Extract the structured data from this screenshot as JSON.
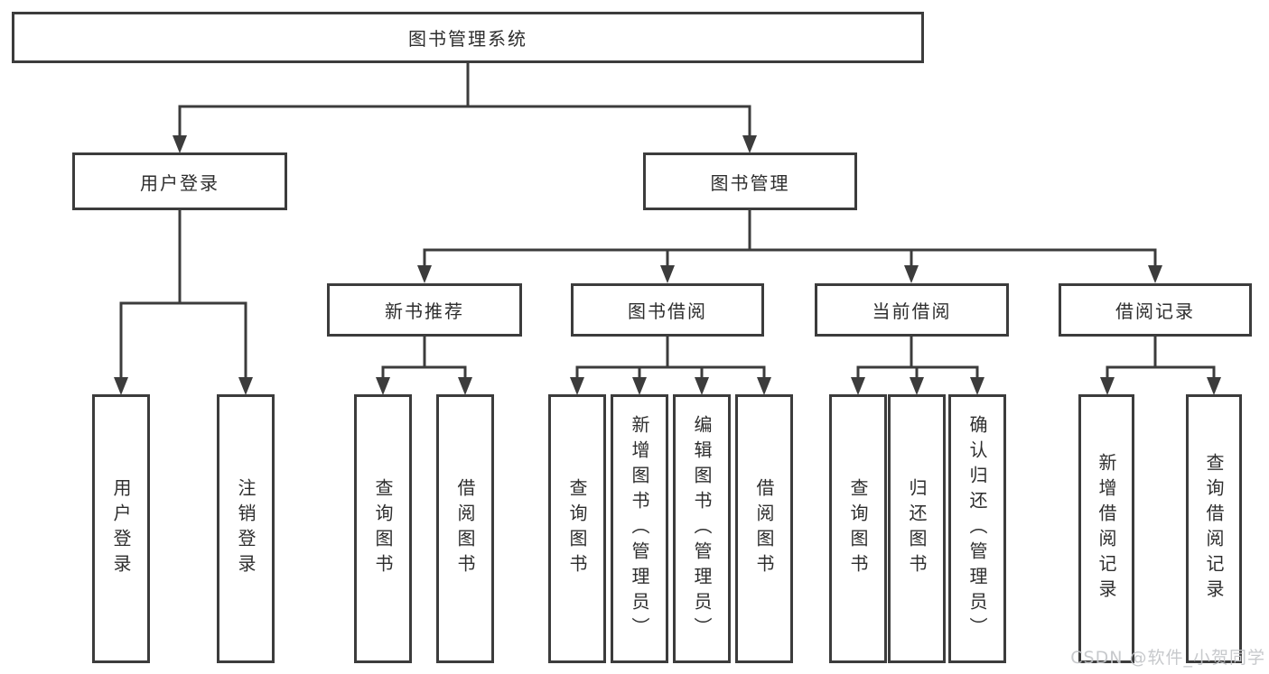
{
  "diagram": {
    "type": "tree",
    "root": {
      "label": "图书管理系统"
    },
    "branches": [
      {
        "label": "用户登录",
        "children": [
          {
            "label": "用户登录"
          },
          {
            "label": "注销登录"
          }
        ]
      },
      {
        "label": "图书管理",
        "children": [
          {
            "label": "新书推荐",
            "children": [
              {
                "label": "查询图书"
              },
              {
                "label": "借阅图书"
              }
            ]
          },
          {
            "label": "图书借阅",
            "children": [
              {
                "label": "查询图书"
              },
              {
                "label": "新增图书（管理员）"
              },
              {
                "label": "编辑图书（管理员）"
              },
              {
                "label": "借阅图书"
              }
            ]
          },
          {
            "label": "当前借阅",
            "children": [
              {
                "label": "查询图书"
              },
              {
                "label": "归还图书"
              },
              {
                "label": "确认归还（管理员）"
              }
            ]
          },
          {
            "label": "借阅记录",
            "children": [
              {
                "label": "新增借阅记录"
              },
              {
                "label": "查询借阅记录"
              }
            ]
          }
        ]
      }
    ],
    "watermark": "CSDN @软件_小贺同学",
    "colors": {
      "line": "#3c3c3c",
      "box_border": "#3c3c3c",
      "text": "#2e2e2e",
      "background": "#ffffff",
      "watermark": "#c3c5c8"
    }
  }
}
